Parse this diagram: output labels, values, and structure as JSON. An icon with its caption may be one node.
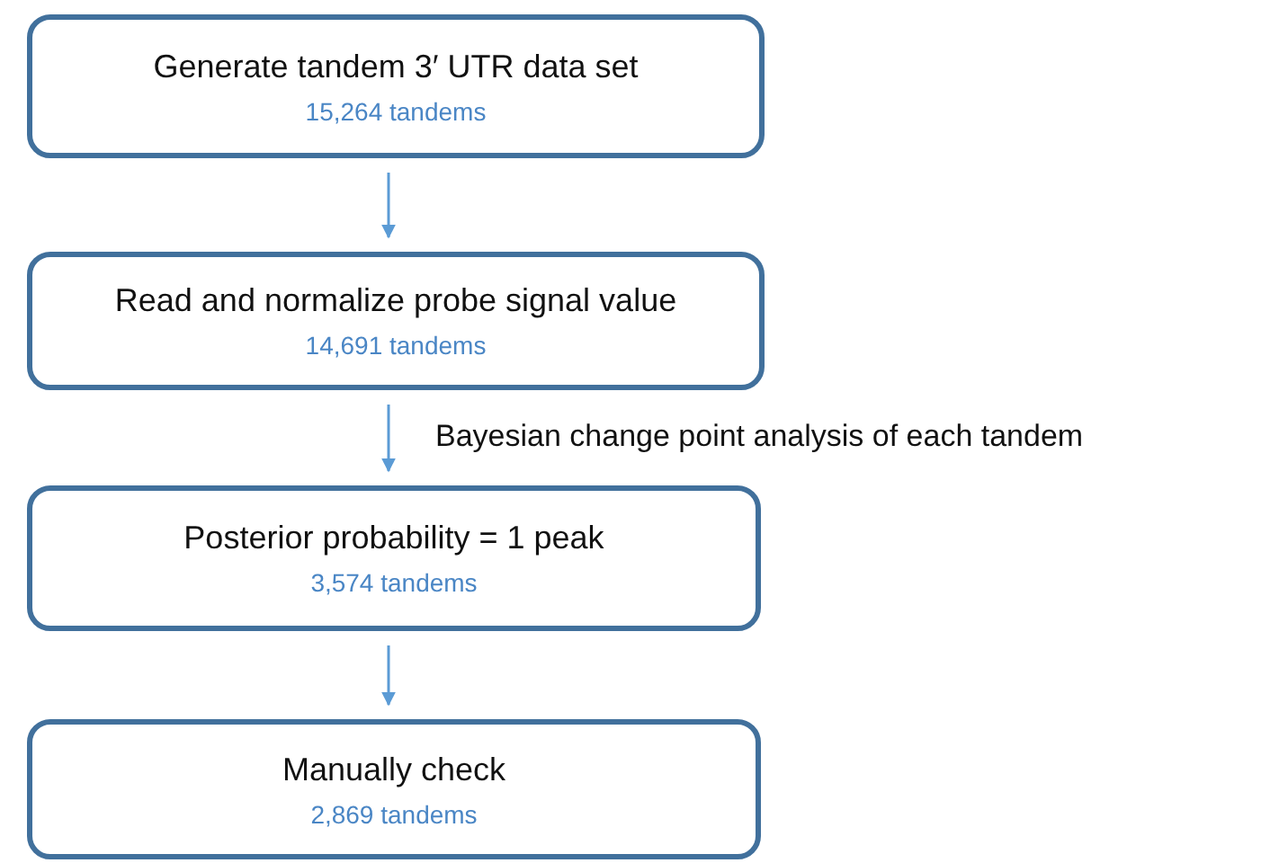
{
  "diagram": {
    "nodes": [
      {
        "text": [
          "Generate tandem 3′ UTR data set",
          "15,264 tandems"
        ]
      },
      {
        "text": [
          "Read and normalize probe signal value",
          "14,691 tandems"
        ]
      },
      {
        "text": [
          "Posterior probability = 1 peak",
          "3,574 tandems"
        ]
      },
      {
        "text": [
          "Manually check",
          "2,869 tandems"
        ]
      }
    ],
    "edges": [
      {
        "from": 0,
        "to": 1,
        "arrow": "to"
      },
      {
        "from": 1,
        "to": 2,
        "arrow": "to",
        "label": "Bayesian change point analysis of each tandem"
      },
      {
        "from": 2,
        "to": 3,
        "arrow": "to"
      }
    ]
  }
}
